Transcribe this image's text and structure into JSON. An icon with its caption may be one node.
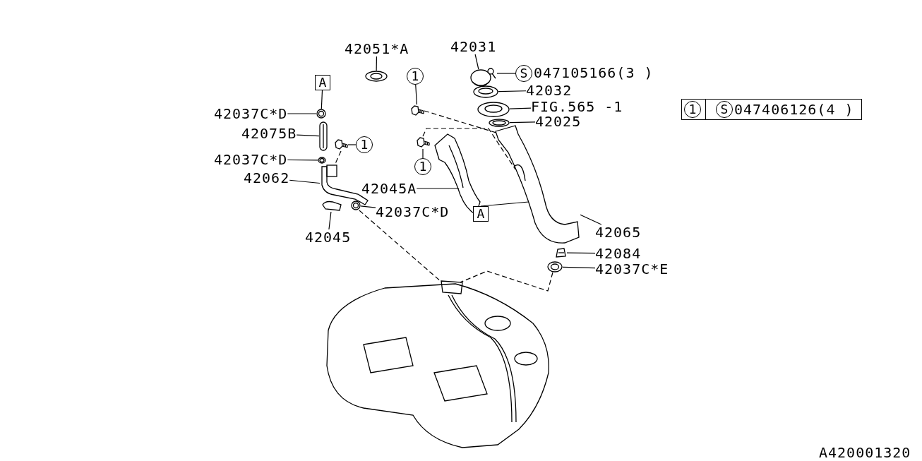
{
  "diagram": {
    "nodes": [
      {
        "text": [
          "42051*A"
        ]
      },
      {
        "text": [],
        "shape": "circle"
      },
      {
        "text": [
          "42031"
        ]
      },
      {
        "text": [],
        "shape": "picture"
      },
      {
        "text": [
          "S",
          "047105166(3 )"
        ]
      },
      {
        "text": [],
        "shape": "picture"
      },
      {
        "text": [
          "42032"
        ]
      },
      {
        "text": [],
        "shape": "picture"
      },
      {
        "text": [
          "FIG.565 -1"
        ]
      },
      {
        "text": [],
        "shape": "picture"
      },
      {
        "text": [
          "42025"
        ]
      },
      {
        "text": [],
        "shape": "picture"
      },
      {
        "text": [
          "42065"
        ]
      },
      {
        "text": [],
        "shape": "picture"
      },
      {
        "text": [
          "42084"
        ]
      },
      {
        "text": [],
        "shape": "picture"
      },
      {
        "text": [
          "42037C*E"
        ]
      },
      {
        "text": [],
        "shape": "circle"
      },
      {
        "text": [
          "42037C*D"
        ]
      },
      {
        "text": [],
        "shape": "circle"
      },
      {
        "text": [
          "42075B"
        ]
      },
      {
        "text": [],
        "shape": "bar"
      },
      {
        "text": [
          "42037C*D"
        ]
      },
      {
        "text": [],
        "shape": "circle"
      },
      {
        "text": [
          "42062"
        ]
      },
      {
        "text": [],
        "shape": "picture"
      },
      {
        "text": [
          "42045"
        ]
      },
      {
        "text": [],
        "shape": "picture"
      },
      {
        "text": [
          "42037C*D"
        ]
      },
      {
        "text": [],
        "shape": "circle"
      },
      {
        "text": [
          "42045A"
        ]
      },
      {
        "text": [],
        "shape": "picture"
      },
      {
        "text": [
          "1"
        ]
      },
      {
        "text": [],
        "shape": "picture"
      },
      {
        "text": [
          "1"
        ]
      },
      {
        "text": [],
        "shape": "picture"
      },
      {
        "text": [
          "1"
        ]
      },
      {
        "text": [],
        "shape": "picture"
      },
      {
        "text": [
          "A"
        ]
      },
      {
        "text": [
          "A"
        ]
      },
      {
        "text": [],
        "shape": "picture"
      },
      {
        "text": [
          "1",
          "S",
          "047406126(4 )"
        ]
      }
    ],
    "edges": [
      {
        "from": 0,
        "to": 1,
        "arrow": "none"
      },
      {
        "from": 2,
        "to": 3,
        "arrow": "none"
      },
      {
        "from": 4,
        "to": 5,
        "arrow": "none"
      },
      {
        "from": 6,
        "to": 7,
        "arrow": "none"
      },
      {
        "from": 8,
        "to": 9,
        "arrow": "none"
      },
      {
        "from": 10,
        "to": 11,
        "arrow": "none"
      },
      {
        "from": 12,
        "to": 13,
        "arrow": "none"
      },
      {
        "from": 14,
        "to": 15,
        "arrow": "none"
      },
      {
        "from": 16,
        "to": 17,
        "arrow": "none"
      },
      {
        "from": 18,
        "to": 19,
        "arrow": "none"
      },
      {
        "from": 20,
        "to": 21,
        "arrow": "none"
      },
      {
        "from": 22,
        "to": 23,
        "arrow": "none"
      },
      {
        "from": 24,
        "to": 25,
        "arrow": "none"
      },
      {
        "from": 26,
        "to": 27,
        "arrow": "none"
      },
      {
        "from": 28,
        "to": 29,
        "arrow": "none"
      },
      {
        "from": 30,
        "to": 31,
        "arrow": "none"
      },
      {
        "from": 32,
        "to": 33,
        "arrow": "none"
      },
      {
        "from": 34,
        "to": 35,
        "arrow": "none"
      },
      {
        "from": 36,
        "to": 37,
        "arrow": "none"
      },
      {
        "from": 38,
        "to": 19,
        "arrow": "none"
      },
      {
        "from": 39,
        "to": 13,
        "arrow": "none"
      },
      {
        "from": 33,
        "to": 13,
        "arrow": "none",
        "style": "dashed"
      },
      {
        "from": 35,
        "to": 13,
        "arrow": "none",
        "style": "dashed"
      },
      {
        "from": 37,
        "to": 25,
        "arrow": "none",
        "style": "dashed"
      },
      {
        "from": 29,
        "to": 40,
        "arrow": "none",
        "style": "dashed"
      },
      {
        "from": 17,
        "to": 40,
        "arrow": "none",
        "style": "dashed"
      }
    ],
    "labels": [
      "A420001320"
    ]
  }
}
